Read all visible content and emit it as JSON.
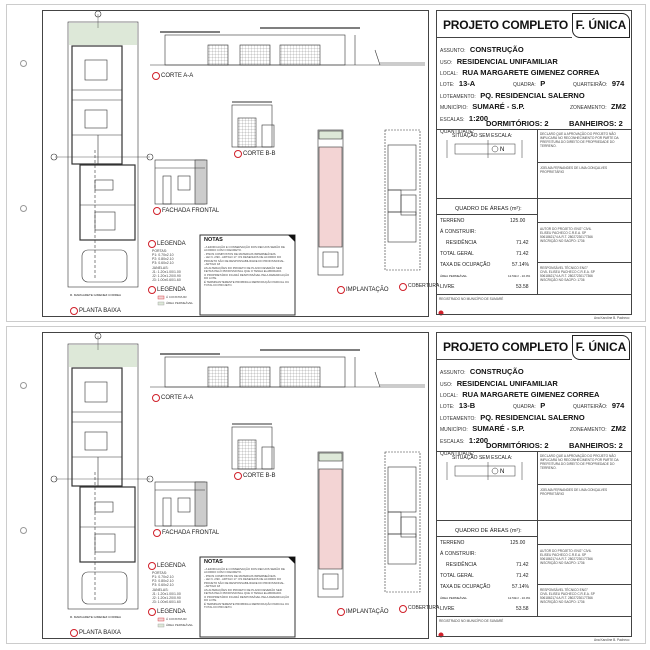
{
  "sheets": [
    {
      "title": "PROJETO COMPLETO",
      "sheet_id": "F. ÚNICA",
      "assunto_label": "ASSUNTO:",
      "assunto": "CONSTRUÇÃO",
      "uso_label": "USO:",
      "uso": "RESIDENCIAL UNIFAMILIAR",
      "local_label": "LOCAL:",
      "local": "RUA MARGARETE GIMENEZ CORREA",
      "lote_label": "LOTE:",
      "lote": "13-A",
      "quadra_label": "QUADRA:",
      "quadra": "P",
      "quarteirao_label": "QUARTEIRÃO:",
      "quarteirao": "974",
      "loteamento_label": "LOTEAMENTO:",
      "loteamento": "PQ. RESIDENCIAL SALERNO",
      "municipio_label": "MUNICÍPIO:",
      "municipio": "SUMARÉ - S.P.",
      "zoneamento_label": "ZONEAMENTO:",
      "zoneamento": "ZM2",
      "escalas_label": "ESCALAS:",
      "escalas": "1:200",
      "quantidade_label": "QUANTIDADE:",
      "dormitorios": "DORMITÓRIOS: 2",
      "banheiros": "BANHEIROS: 2",
      "situacao": "SITUAÇÃO SEM ESCALA:",
      "declaracao": "DECLARO QUE A APROVAÇÃO DO PROJETO NÃO IMPLICARÁ NO RECONHECIMENTO POR PARTE DA PREFEITURA DO DIREITO DE PROPRIEDADE DO TERRENO.",
      "proprietario": "JOELMA FERNANDES DE LIMA GONÇALVES PROPRIETÁRIO",
      "quadro_title": "QUADRO DE ÁREAS (m²):",
      "areas": [
        {
          "label": "TERRENO",
          "value": "125.00"
        },
        {
          "label": "Á CONSTRUIR:",
          "value": ""
        },
        {
          "label": "RESIDÊNCIA",
          "value": "71.42"
        },
        {
          "label": "TOTAL GERAL",
          "value": "71.42"
        },
        {
          "label": "TAXA DE OCUPAÇÃO",
          "value": "57.14%"
        },
        {
          "label": "ÁREA PERMEÁVEL",
          "value": "12.50m² - 10.0%"
        },
        {
          "label": "LIVRE",
          "value": "53.58"
        }
      ],
      "autor": "AUTOR DO PROJETO: ENG° CIVIL ELISEU PACHECO C.R.E.A. SP 5061862174 A.R.T. 28027230177366 INSCRIÇÃO NO SAGPO: 1736",
      "responsavel": "RESPONSÁVEL TÉCNICO ENG° CIVIL ELISEU PACHECO C.R.E.A. SP 5061862174 A.R.T. 28027230177366 INSCRIÇÃO NO SAGPO: 1736",
      "registrado": "REGISTRADO NO MUNICÍPIO DE SUMARÉ",
      "author_credit": "Ana Karoline B. Pacheco",
      "views": {
        "corte_aa": "CORTE A-A",
        "corte_bb": "CORTE B-B",
        "fachada": "FACHADA FRONTAL",
        "legenda": "LEGENDA",
        "legenda2": "LEGENDA",
        "planta": "PLANTA BAIXA",
        "implantacao": "IMPLANTAÇÃO",
        "cobertura": "COBERTURA",
        "notas": "NOTAS"
      },
      "legenda_portas": [
        "PORTAS:",
        "P1: 0.70x2.10",
        "P2: 0.80x2.10",
        "P3: 0.60x2.10"
      ],
      "legenda_janelas": [
        "JANELAS:",
        "J1: 1.20x1.00/1.00",
        "J2: 1.20x1.20/0.90",
        "J3: 1.00x0.60/1.60"
      ],
      "legenda_areas": [
        "Á CONSTRUIR",
        "ÁREA PERMEÁVEL"
      ],
      "notas": [
        "- A EDIFICAÇÃO E CONSERVAÇÃO DOS RECUOS SERÃO DE ACORDO COM O DECRETO.",
        "- PISOS COMPOSTOS DE MATERIAIS IMPERMEÁVEIS.",
        "- LEI N. 2/90 - ARTIGO 17: OS DESENHOS DE ACORDO DO PROJETO SÃO DE RESPONSABILIDADE DO PROFISSIONAL.",
        "- ARTIGO 18",
        "AS ALTERAÇÕES DO PROJETO DE PLANO DEVERÃO SER FEITAS PELO PROFISSIONAL QUE O TENHA ELABORADO.",
        "O PROPRIETÁRIO FICARÁ RESPONSÁVEL PELA DEMARCAÇÃO DO LOTE.",
        "É TERMINANTEMENTE PROIBIDA A REPRODUÇÃO PARCIAL OU TOTAL DO PROJETO."
      ],
      "street": "R. MARGARETE GIMENEZ CORREA"
    },
    {
      "title": "PROJETO COMPLETO",
      "sheet_id": "F. ÚNICA",
      "assunto_label": "ASSUNTO:",
      "assunto": "CONSTRUÇÃO",
      "uso_label": "USO:",
      "uso": "RESIDENCIAL UNIFAMILIAR",
      "local_label": "LOCAL:",
      "local": "RUA MARGARETE GIMENEZ CORREA",
      "lote_label": "LOTE:",
      "lote": "13-B",
      "quadra_label": "QUADRA:",
      "quadra": "P",
      "quarteirao_label": "QUARTEIRÃO:",
      "quarteirao": "974",
      "loteamento_label": "LOTEAMENTO:",
      "loteamento": "PQ. RESIDENCIAL SALERNO",
      "municipio_label": "MUNICÍPIO:",
      "municipio": "SUMARÉ - S.P.",
      "zoneamento_label": "ZONEAMENTO:",
      "zoneamento": "ZM2",
      "escalas_label": "ESCALAS:",
      "escalas": "1:200",
      "quantidade_label": "QUANTIDADE:",
      "dormitorios": "DORMITÓRIOS: 2",
      "banheiros": "BANHEIROS: 2",
      "situacao": "SITUAÇÃO SEM ESCALA:",
      "declaracao": "DECLARO QUE A APROVAÇÃO DO PROJETO NÃO IMPLICARÁ NO RECONHECIMENTO POR PARTE DA PREFEITURA DO DIREITO DE PROPRIEDADE DO TERRENO.",
      "proprietario": "JOELMA FERNANDES DE LIMA GONÇALVES PROPRIETÁRIO",
      "quadro_title": "QUADRO DE ÁREAS (m²):",
      "areas": [
        {
          "label": "TERRENO",
          "value": "125.00"
        },
        {
          "label": "Á CONSTRUIR:",
          "value": ""
        },
        {
          "label": "RESIDÊNCIA",
          "value": "71.42"
        },
        {
          "label": "TOTAL GERAL",
          "value": "71.42"
        },
        {
          "label": "TAXA DE OCUPAÇÃO",
          "value": "57.14%"
        },
        {
          "label": "ÁREA PERMEÁVEL",
          "value": "12.50m² - 10.0%"
        },
        {
          "label": "LIVRE",
          "value": "53.58"
        }
      ],
      "autor": "AUTOR DO PROJETO: ENG° CIVIL ELISEU PACHECO C.R.E.A. SP 5061862174 A.R.T. 28027230177366 INSCRIÇÃO NO SAGPO: 1736",
      "responsavel": "RESPONSÁVEL TÉCNICO ENG° CIVIL ELISEU PACHECO C.R.E.A. SP 5061862174 A.R.T. 28027230177366 INSCRIÇÃO NO SAGPO: 1736",
      "registrado": "REGISTRADO NO MUNICÍPIO DE SUMARÉ",
      "author_credit": "Ana Karoline B. Pacheco",
      "views": {
        "corte_aa": "CORTE A-A",
        "corte_bb": "CORTE B-B",
        "fachada": "FACHADA FRONTAL",
        "legenda": "LEGENDA",
        "legenda2": "LEGENDA",
        "planta": "PLANTA BAIXA",
        "implantacao": "IMPLANTAÇÃO",
        "cobertura": "COBERTURA",
        "notas": "NOTAS"
      },
      "legenda_portas": [
        "PORTAS:",
        "P1: 0.70x2.10",
        "P2: 0.80x2.10",
        "P3: 0.60x2.10"
      ],
      "legenda_janelas": [
        "JANELAS:",
        "J1: 1.20x1.00/1.00",
        "J2: 1.20x1.20/0.90",
        "J3: 1.00x0.60/1.60"
      ],
      "legenda_areas": [
        "Á CONSTRUIR",
        "ÁREA PERMEÁVEL"
      ],
      "notas": [
        "- A EDIFICAÇÃO E CONSERVAÇÃO DOS RECUOS SERÃO DE ACORDO COM O DECRETO.",
        "- PISOS COMPOSTOS DE MATERIAIS IMPERMEÁVEIS.",
        "- LEI N. 2/90 - ARTIGO 17: OS DESENHOS DE ACORDO DO PROJETO SÃO DE RESPONSABILIDADE DO PROFISSIONAL.",
        "- ARTIGO 18",
        "AS ALTERAÇÕES DO PROJETO DE PLANO DEVERÃO SER FEITAS PELO PROFISSIONAL QUE O TENHA ELABORADO.",
        "O PROPRIETÁRIO FICARÁ RESPONSÁVEL PELA DEMARCAÇÃO DO LOTE.",
        "É TERMINANTEMENTE PROIBIDA A REPRODUÇÃO PARCIAL OU TOTAL DO PROJETO."
      ],
      "street": "R. MARGARETE GIMENEZ CORREA"
    }
  ],
  "colors": {
    "accent": "#d0202a",
    "hatch": "#f3d4d4",
    "permeavel": "#dde8d8"
  }
}
